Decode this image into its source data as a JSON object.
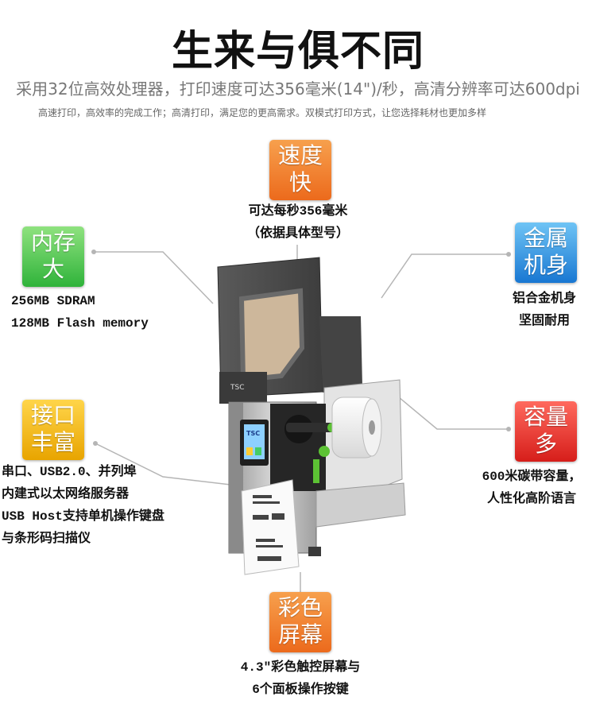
{
  "headline": "生来与俱不同",
  "subtitle": "采用32位高效处理器，打印速度可达356毫米(14\")/秒，高清分辨率可达600dpi",
  "description": "高速打印，高效率的完成工作；高清打印，满足您的更高需求。双模式打印方式，让您选择耗材也更加多样",
  "features": {
    "speed": {
      "badge": [
        "速度",
        "快"
      ],
      "color": "#ec6a1c",
      "lines": [
        "可达每秒356毫米",
        "（依据具体型号）"
      ]
    },
    "memory": {
      "badge": [
        "内存",
        "大"
      ],
      "color": "#2fb33a",
      "lines": [
        "256MB SDRAM",
        "128MB Flash memory"
      ]
    },
    "body": {
      "badge": [
        "金属",
        "机身"
      ],
      "color": "#1877d2",
      "lines": [
        "铝合金机身",
        "坚固耐用"
      ]
    },
    "ports": {
      "badge": [
        "接口",
        "丰富"
      ],
      "color": "#e8a400",
      "lines": [
        "串口、USB2.0、并列埠",
        "内建式以太网络服务器",
        "USB Host支持单机操作键盘",
        "与条形码扫描仪"
      ]
    },
    "capacity": {
      "badge": [
        "容量",
        "多"
      ],
      "color": "#d61e1a",
      "lines": [
        "600米碳带容量，",
        "人性化高阶语言"
      ]
    },
    "screen": {
      "badge": [
        "彩色",
        "屏幕"
      ],
      "color": "#ec6a1c",
      "lines": [
        "4.3″彩色触控屏幕与",
        "6个面板操作按键"
      ]
    }
  },
  "printer": {
    "brand_logo": "TSC",
    "lid_mark": "TSC"
  }
}
